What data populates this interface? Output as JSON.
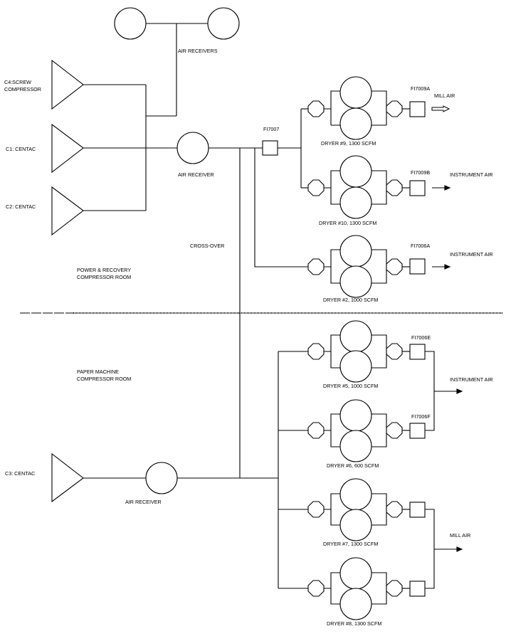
{
  "labels": {
    "c4_line1": "C4:SCREW",
    "c4_line2": "COMPRESSOR",
    "c1": "C1: CENTAC",
    "c2": "C2: CENTAC",
    "c3": "C3: CENTAC",
    "air_receivers": "AIR RECEIVERS",
    "air_receiver_top": "AIR RECEIVER",
    "air_receiver_bottom": "AIR RECEIVER",
    "crossover": "CROSS-OVER",
    "fi7007": "FI7007",
    "room_top_line1": "POWER & RECOVERY",
    "room_top_line2": "COMPRESSOR ROOM",
    "room_bottom_line1": "PAPER MACHINE",
    "room_bottom_line2": "COMPRESSOR ROOM"
  },
  "dryers": {
    "d9": {
      "label": "DRYER #9, 1300 SCFM",
      "meter": "FI7009A",
      "outlet": "MILL AIR"
    },
    "d10": {
      "label": "DRYER #10, 1300 SCFM",
      "meter": "FI7009B",
      "outlet": "INSTRUMENT AIR"
    },
    "d2": {
      "label": "DRYER #2, 1000 SCFM",
      "meter": "FI7006A",
      "outlet": "INSTRUMENT AIR"
    },
    "d5": {
      "label": "DRYER #5, 1000 SCFM",
      "meter": "FI7006E"
    },
    "d6": {
      "label": "DRYER #6, 600 SCFM",
      "meter": "FI7006F"
    },
    "d7": {
      "label": "DRYER #7, 1300 SCFM"
    },
    "d8": {
      "label": "DRYER #8, 1300 SCFM"
    }
  },
  "outlets": {
    "group_56": "INSTRUMENT AIR",
    "group_78": "MILL AIR"
  }
}
